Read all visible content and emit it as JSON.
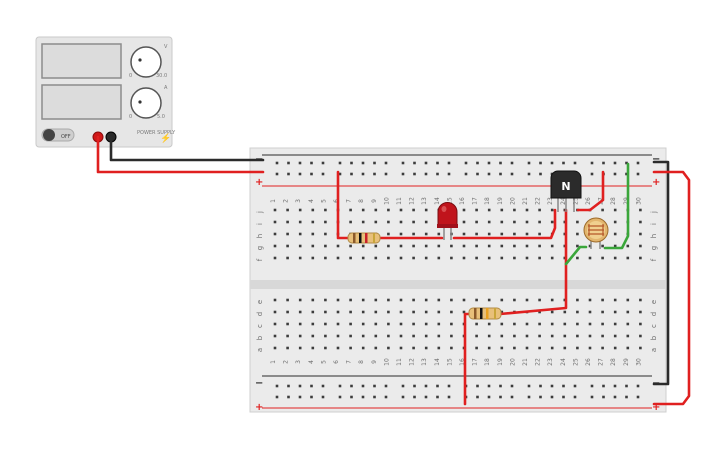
{
  "power_supply": {
    "switch_label": "OFF",
    "brand_label": "POWER SUPPLY",
    "knob1_marks": [
      "V",
      "0",
      "30.0"
    ],
    "knob2_marks": [
      "A",
      "0",
      "5.0"
    ]
  },
  "breadboard": {
    "row_letters_top": [
      "j",
      "i",
      "h",
      "g",
      "f"
    ],
    "row_letters_bottom": [
      "e",
      "d",
      "c",
      "b",
      "a"
    ],
    "columns": 30,
    "rail_minus": "−",
    "rail_plus": "+"
  },
  "transistor": {
    "label": "N"
  },
  "colors": {
    "wire_red": "#e02020",
    "wire_black": "#2b2b2b",
    "wire_green": "#3aa63a",
    "board": "#e9e9e9",
    "led": "#c0141c"
  }
}
